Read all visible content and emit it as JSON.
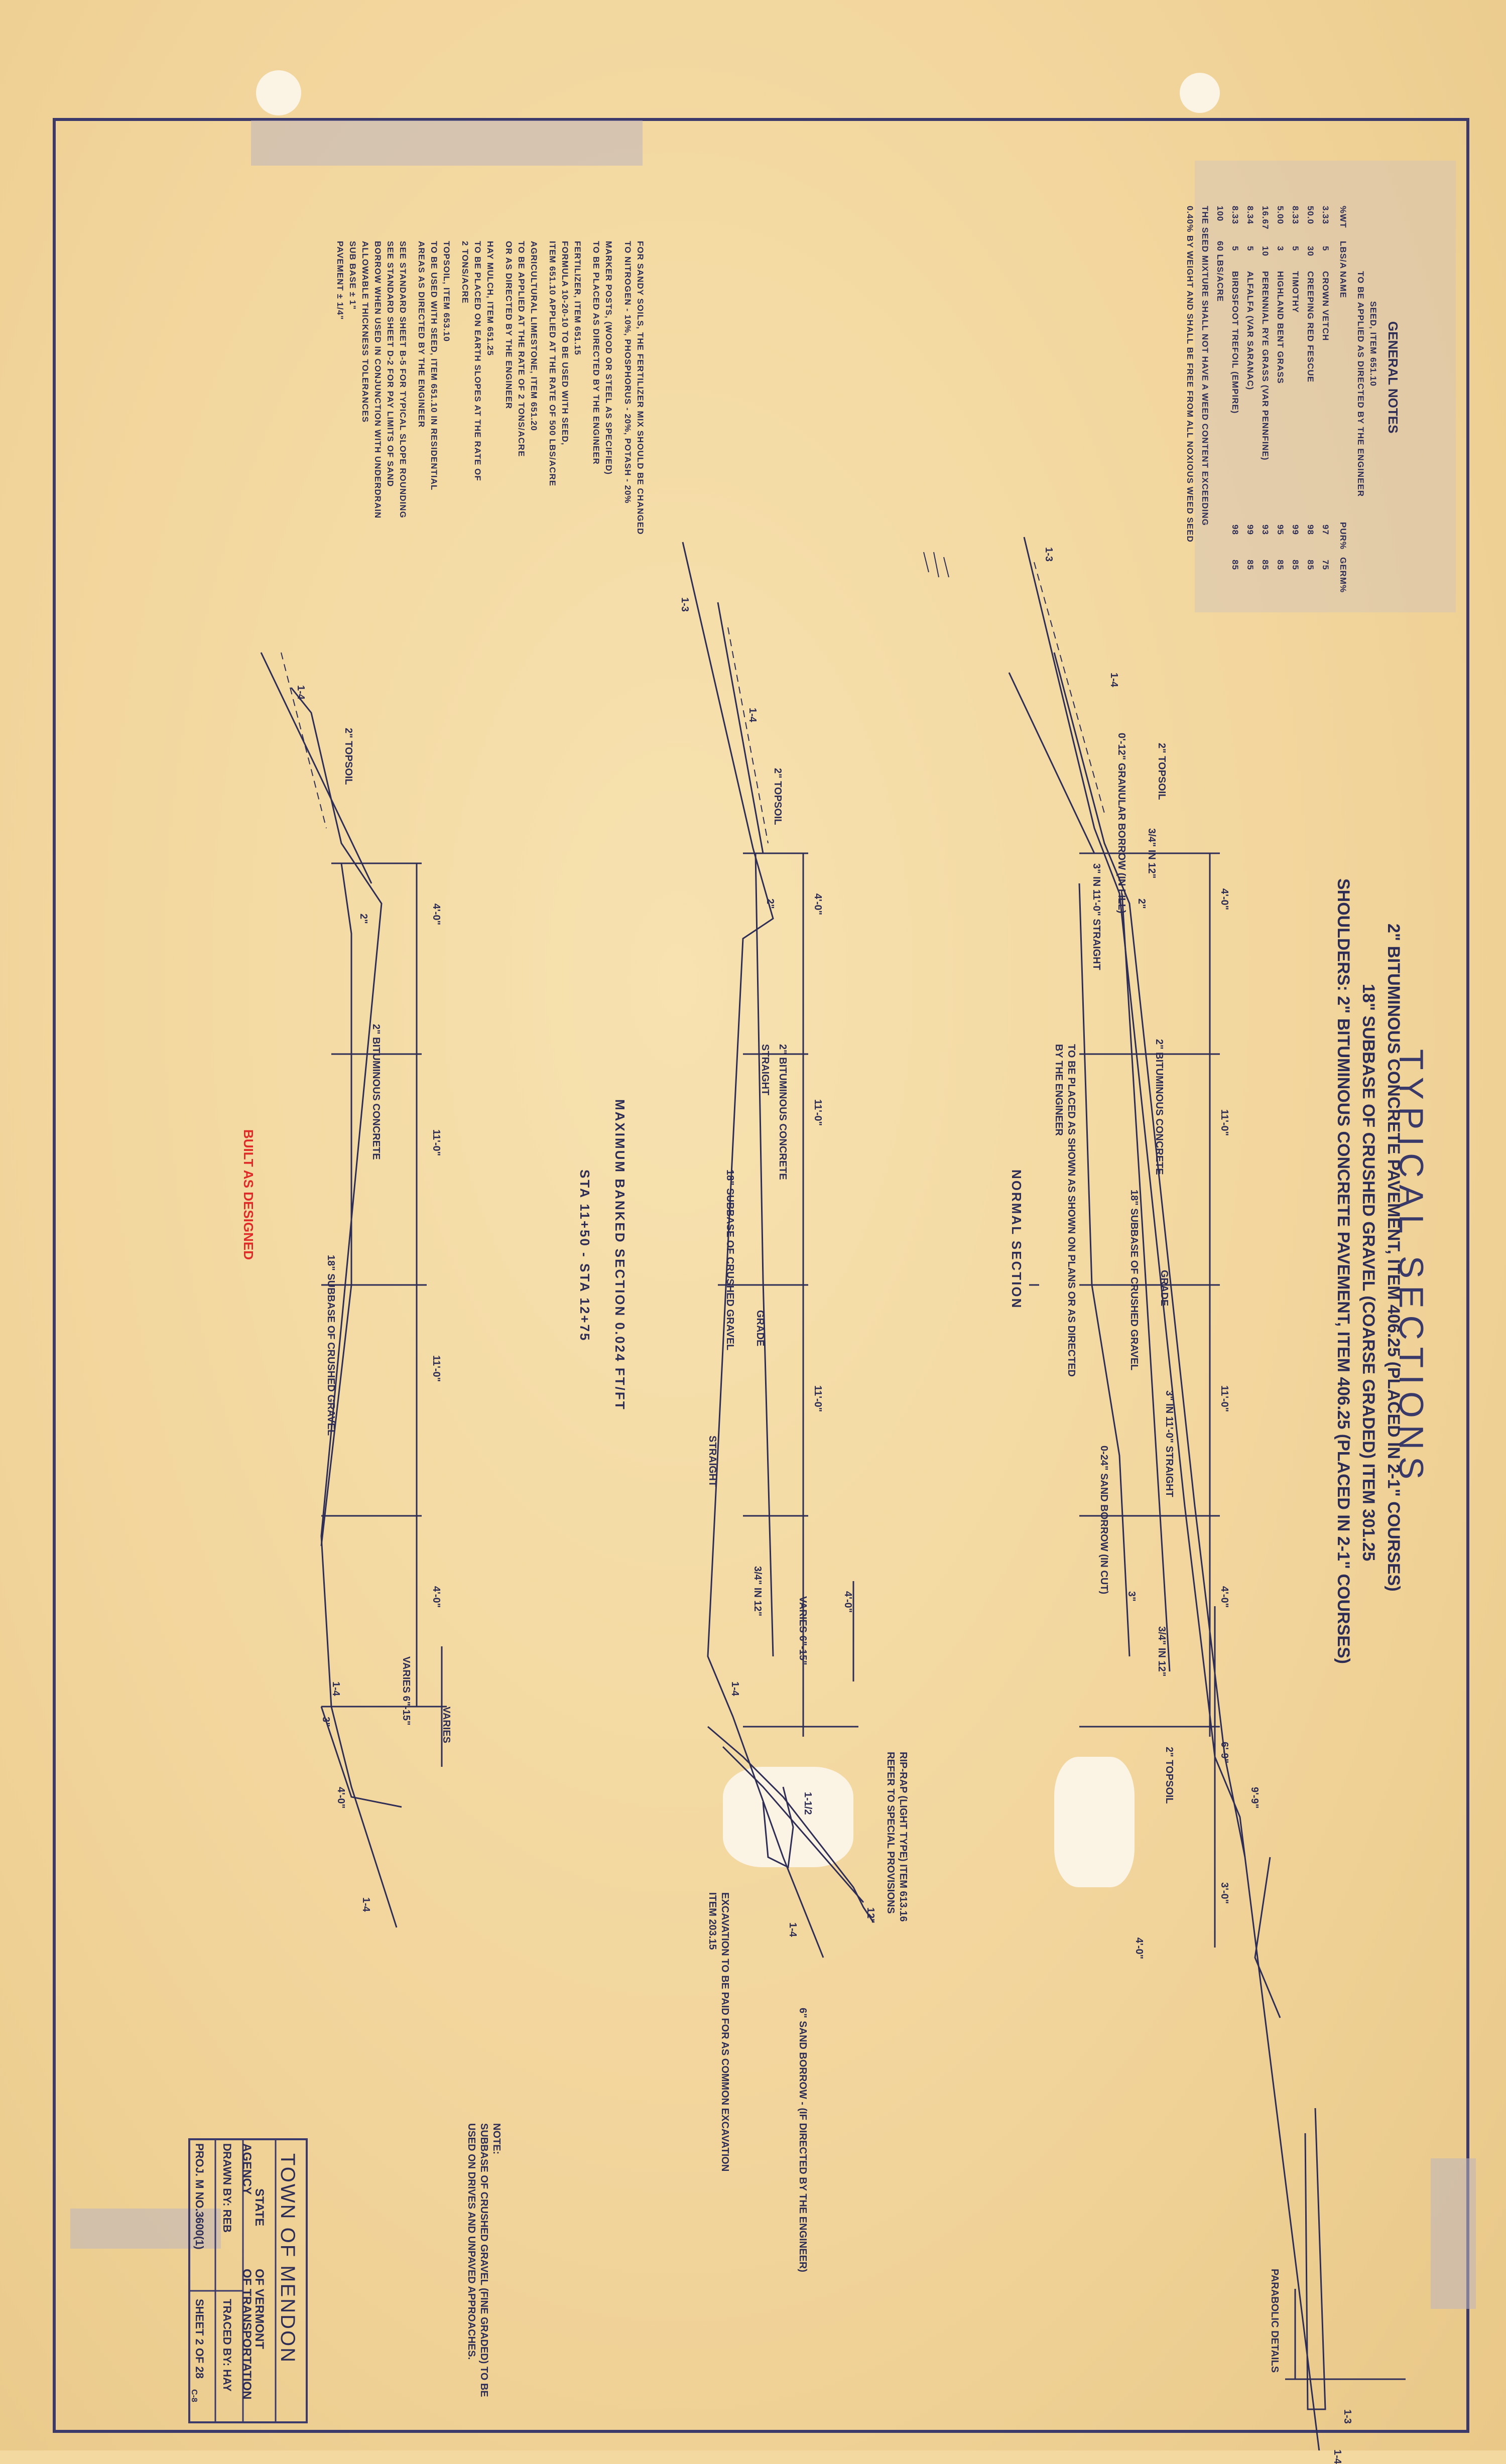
{
  "title": "TYPICAL SECTIONS",
  "pavement_notes": [
    "2\" BITUMINOUS CONCRETE PAVEMENT, ITEM 406.25 (PLACED IN 2-1\" COURSES)",
    "18\"  SUBBASE OF CRUSHED GRAVEL (COARSE GRADED) ITEM 301.25",
    "SHOULDERS: 2\" BITUMINOUS CONCRETE PAVEMENT, ITEM 406.25 (PLACED IN 2-1\" COURSES)"
  ],
  "general_notes": {
    "heading": "GENERAL NOTES",
    "seed_heading": "SEED, ITEM 651.10",
    "seed_sub": "TO BE APPLIED AS DIRECTED BY THE ENGINEER",
    "columns": [
      "%WT",
      "LBS/A",
      "NAME",
      "PUR%",
      "GERM%"
    ],
    "rows": [
      [
        "3.33",
        "5",
        "CROWN VETCH",
        "97",
        "75"
      ],
      [
        "50.0",
        "30",
        "CREEPING RED FESCUE",
        "98",
        "85"
      ],
      [
        "8.33",
        "5",
        "TIMOTHY",
        "99",
        "85"
      ],
      [
        "5.00",
        "3",
        "HIGHLAND BENT GRASS",
        "95",
        "85"
      ],
      [
        "16.67",
        "10",
        "PERENNIAL RYE GRASS (VAR PENNFINE)",
        "93",
        "85"
      ],
      [
        "8.34",
        "5",
        "ALFALFA (VAR SARANAC)",
        "99",
        "85"
      ],
      [
        "8.33",
        "5",
        "BIRDSFOOT TREFOIL (EMPIRE)",
        "98",
        "85"
      ],
      [
        "100",
        "60 LBS/ACRE",
        "",
        "",
        ""
      ]
    ],
    "seed_footer_1": "THE SEED MIXTURE SHALL NOT HAVE A WEED CONTENT EXCEEDING",
    "seed_footer_2": "0.40% BY WEIGHT AND SHALL BE FREE FROM ALL NOXIOUS WEED SEED"
  },
  "left_notes": [
    "FOR SANDY SOILS, THE FERTILIZER MIX SHOULD BE CHANGED",
    "TO NITROGEN - 10%, PHOSPHORUS - 20%, POTASH - 20%",
    "MARKER POSTS, (WOOD OR STEEL AS SPECIFIED)",
    "  TO BE PLACED AS DIRECTED BY THE ENGINEER",
    "FERTILIZER, ITEM 651.15",
    "  FORMULA 10-20-10 TO BE USED WITH SEED,",
    "  ITEM 651.10 APPLIED AT THE RATE OF 500 LBS/ACRE",
    "AGRICULTURAL LIMESTONE, ITEM 651.20",
    "  TO BE APPLIED AT THE RATE OF 2 TONS/ACRE",
    "  OR AS DIRECTED BY THE ENGINEER",
    "HAY MULCH, ITEM 651.25",
    "  TO BE PLACED ON EARTH SLOPES AT THE RATE OF",
    "  2 TONS/ACRE",
    "TOPSOIL, ITEM 653.10",
    "  TO BE USED WITH SEED, ITEM 651.10 IN RESIDENTIAL",
    "  AREAS AS DIRECTED BY THE ENGINEER",
    "SEE STANDARD SHEET B-5 FOR TYPICAL SLOPE ROUNDING",
    "SEE STANDARD SHEET D-2 FOR PAY LIMITS OF SAND",
    "BORROW WHEN USED IN CONJUNCTION WITH UNDERDRAIN",
    "ALLOWABLE THICKNESS TOLERANCES",
    "SUB BASE                       ± 1\"",
    "PAVEMENT                      ± 1/4\""
  ],
  "normal_section": {
    "label": "NORMAL SECTION",
    "topsoil": "2\" TOPSOIL",
    "granular": "0'-12\" GRANULAR BORROW (IN FILL)",
    "straight1": "3\" IN 11'-0\" STRAIGHT",
    "to_be_placed_1": "TO BE PLACED AS SHOWN AS SHOWN ON PLANS OR AS DIRECTED",
    "to_be_placed_2": "BY THE ENGINEER",
    "bituminous": "2\" BITUMINOUS CONCRETE",
    "subbase": "18\" SUBBASE OF CRUSHED GRAVEL",
    "grade": "GRADE",
    "straight2": "3\" IN 11'-0\" STRAIGHT",
    "sand_borrow": "0-24\" SAND BORROW (IN CUT)",
    "dims": [
      "4'-0\"",
      "11'-0\"",
      "11'-0\"",
      "4'-0\"",
      "6'-9\"",
      "9'-9\"",
      "3'-0\"",
      "4'-0\"",
      "2\"",
      "3\""
    ],
    "slope_marks": [
      "1-4",
      "1-3",
      "3/4\" IN 12\"",
      "3/4\" IN 12\"",
      "1-4",
      "1-3"
    ],
    "topsoil_right": "2\" TOPSOIL",
    "parabolic": "PARABOLIC DETAILS"
  },
  "banked_section": {
    "label": "MAXIMUM BANKED SECTION 0.024 FT/FT",
    "station": "STA 11+50 - STA 12+75",
    "topsoil": "2\" TOPSOIL",
    "straight": "STRAIGHT",
    "bituminous": "2\" BITUMINOUS CONCRETE",
    "subbase": "18\" SUBBASE OF CRUSHED GRAVEL",
    "grade": "GRADE",
    "straight2": "STRAIGHT",
    "varies": "VARIES 6\"-15\"",
    "dims": [
      "4'-0\"",
      "11'-0\"",
      "11'-0\"",
      "4'-0\"",
      "2\""
    ],
    "slope_marks": [
      "1-4",
      "1-3",
      "3/4\" IN 12\"",
      "1-4",
      "1-1/2",
      "1-4"
    ]
  },
  "third_section": {
    "label": "BUILT AS DESIGNED",
    "topsoil": "2\" TOPSOIL",
    "bituminous": "2\" BITUMINOUS CONCRETE",
    "subbase": "18\" SUBBASE OF CRUSHED GRAVEL",
    "varies": "VARIES 6\"-15\"",
    "varies2": "VARIES",
    "dims": [
      "4'-0\"",
      "11'-0\"",
      "11'-0\"",
      "4'-0\"",
      "4'-0\"",
      "2\"",
      "3\""
    ],
    "slope_marks": [
      "1-4",
      "1-4",
      "1-4"
    ]
  },
  "riprap": {
    "line1": "RIP-RAP (LIGHT TYPE) ITEM 613.16",
    "line2": "REFER TO SPECIAL PROVISIONS"
  },
  "excavation": {
    "line1": "EXCAVATION TO BE PAID FOR AS COMMON EXCAVATION",
    "line2": "ITEM 203.15"
  },
  "sand_borrow_note": "6\" SAND BORROW - (IF DIRECTED BY THE ENGINEER)",
  "twelve": "12\"",
  "bottom_note": {
    "line1": "NOTE:",
    "line2": "SUBBASE OF CRUSHED GRAVEL (FINE GRADED) TO BE",
    "line3": "USED ON DRIVES AND UNPAVED APPROACHES."
  },
  "title_block": {
    "town": "TOWN OF MENDON",
    "state": "STATE",
    "of": "OF",
    "vermont": "VERMONT",
    "agency": "AGENCY",
    "of_transport": "OF TRANSPORTATION",
    "drawn_by": "DRAWN BY: REB",
    "traced_by": "TRACED BY: HAY",
    "proj": "PROJ. M  NO.3600(1)",
    "sheet": "SHEET 2 OF 28",
    "corner": "C-8"
  }
}
